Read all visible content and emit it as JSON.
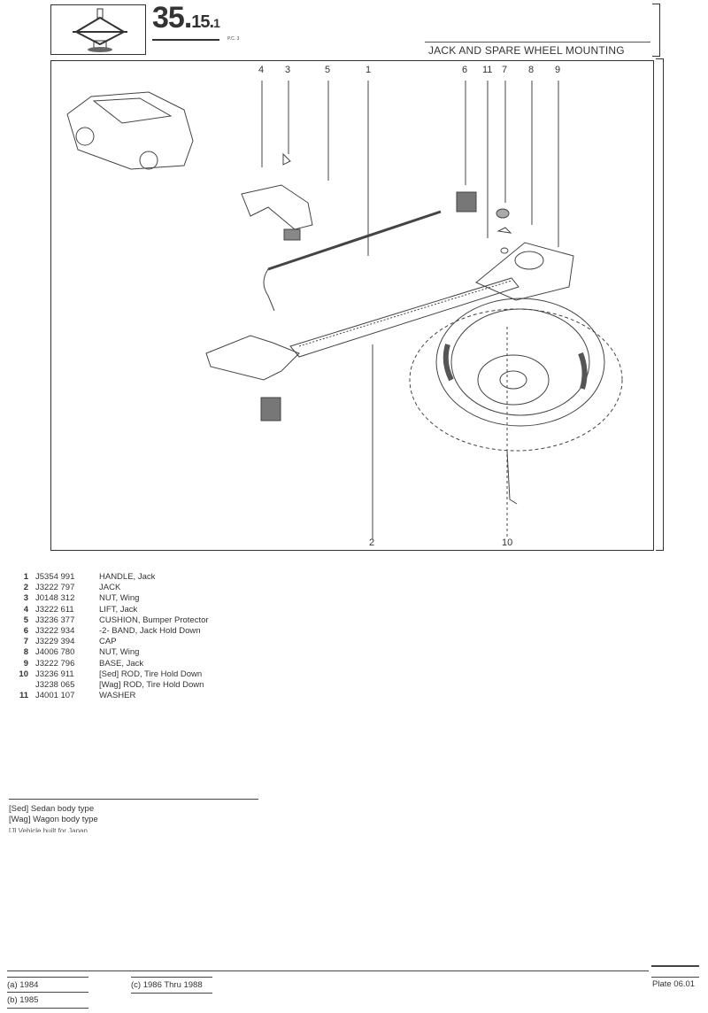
{
  "header": {
    "section_number_main": "35.",
    "section_number_sub": "15.",
    "section_number_suffix": "1",
    "pc_label": "P.C. 3",
    "title": "JACK AND SPARE WHEEL MOUNTING",
    "section_icon": "scissor-jack-icon"
  },
  "diagram": {
    "callouts_top": [
      "4",
      "3",
      "5",
      "1",
      "6",
      "11",
      "7",
      "8",
      "9"
    ],
    "callouts_bottom": [
      "2",
      "10"
    ]
  },
  "parts": [
    {
      "num": "1",
      "part_no": "J5354 991",
      "desc": "HANDLE, Jack"
    },
    {
      "num": "2",
      "part_no": "J3222 797",
      "desc": "JACK"
    },
    {
      "num": "3",
      "part_no": "J0148 312",
      "desc": "NUT, Wing"
    },
    {
      "num": "4",
      "part_no": "J3222 611",
      "desc": "LIFT, Jack"
    },
    {
      "num": "5",
      "part_no": "J3236 377",
      "desc": "CUSHION, Bumper Protector"
    },
    {
      "num": "6",
      "part_no": "J3222 934",
      "desc": "-2- BAND, Jack Hold Down"
    },
    {
      "num": "7",
      "part_no": "J3229 394",
      "desc": "CAP"
    },
    {
      "num": "8",
      "part_no": "J4006 780",
      "desc": "NUT, Wing"
    },
    {
      "num": "9",
      "part_no": "J3222 796",
      "desc": "BASE, Jack"
    },
    {
      "num": "10",
      "part_no": "J3236 911",
      "desc": "[Sed]    ROD, Tire Hold Down"
    },
    {
      "num": "",
      "part_no": "J3238 065",
      "desc": "[Wag]    ROD, Tire Hold Down"
    },
    {
      "num": "11",
      "part_no": "J4001 107",
      "desc": "WASHER"
    }
  ],
  "notes": [
    "[Sed] Sedan body type",
    "[Wag] Wagon body type",
    "[J] Vehicle built for Japan"
  ],
  "footer": {
    "a": "(a) 1984",
    "b": "(b) 1985",
    "c": "(c) 1986 Thru 1988",
    "plate": "Plate 06.01"
  }
}
